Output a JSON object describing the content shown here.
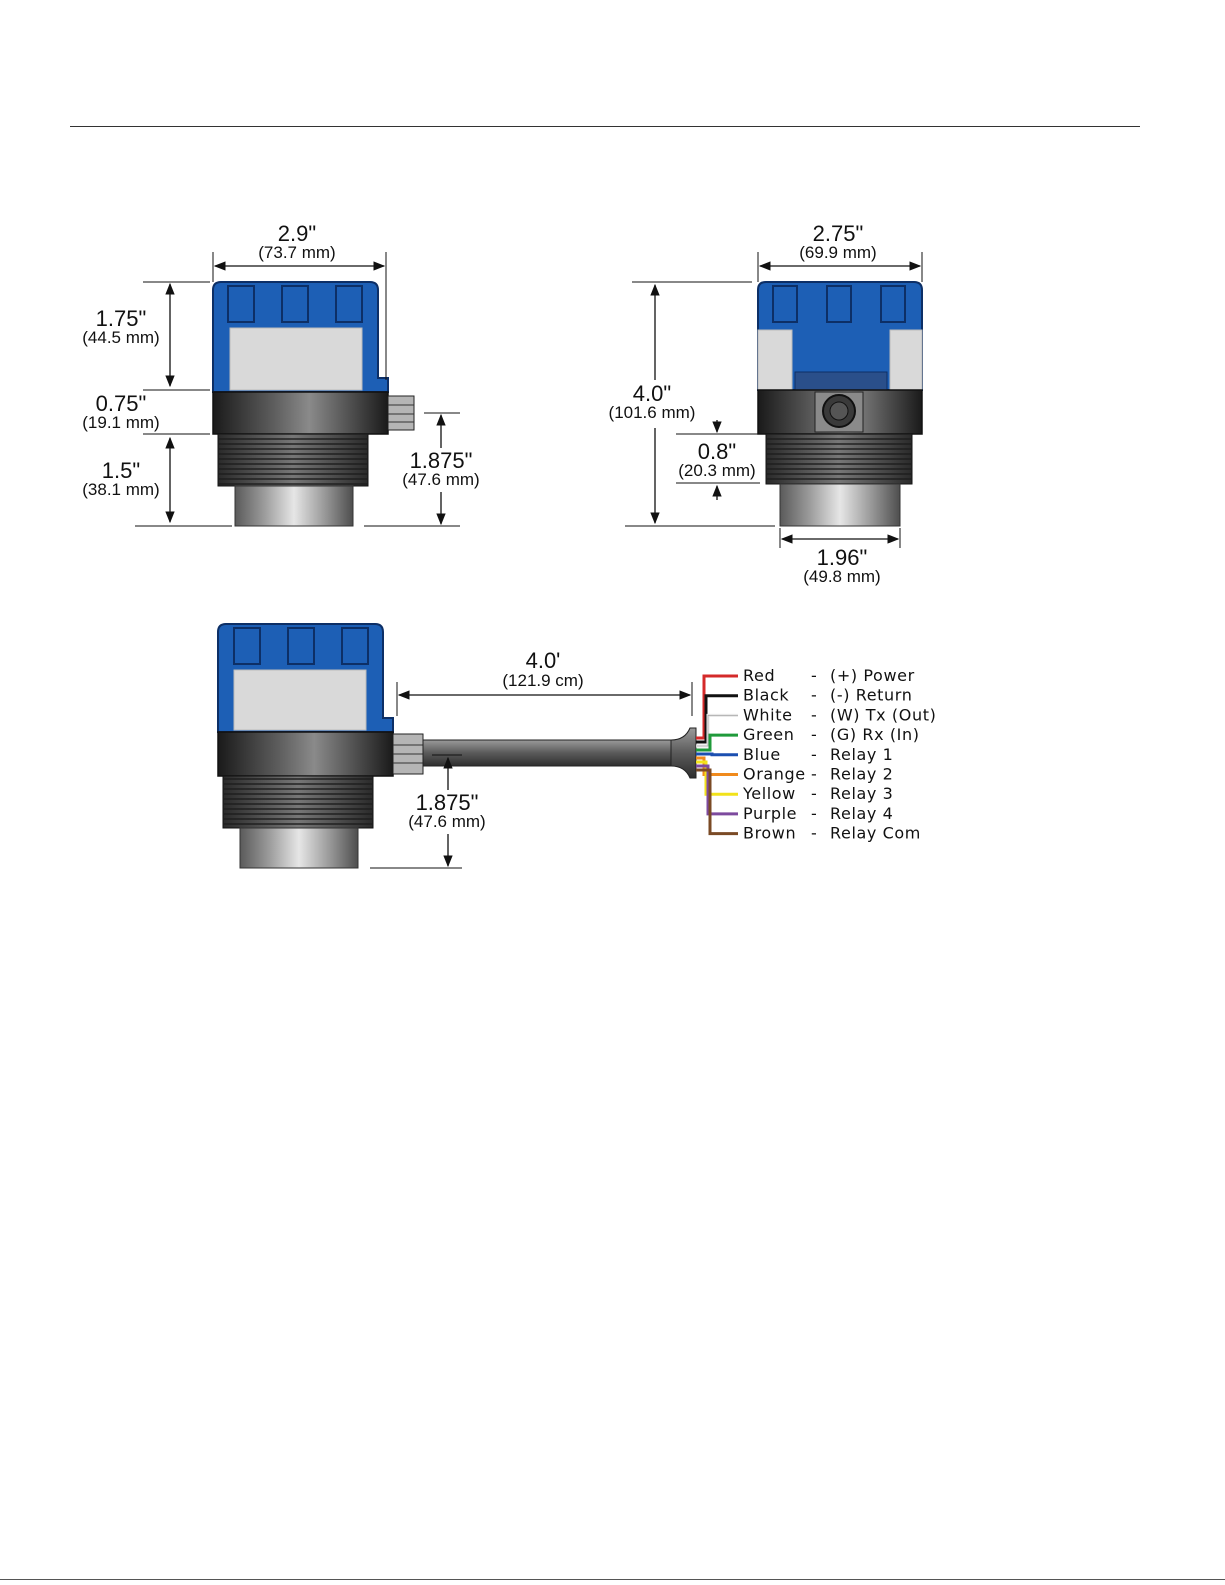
{
  "dimensions": {
    "front": {
      "width": {
        "value": "2.9\"",
        "metric": "(73.7 mm)"
      },
      "cap_height": {
        "value": "1.75\"",
        "metric": "(44.5 mm)"
      },
      "collar_height": {
        "value": "0.75\"",
        "metric": "(19.1 mm)"
      },
      "thread_height": {
        "value": "1.5\"",
        "metric": "(38.1 mm)"
      },
      "fitting_height": {
        "value": "1.875\"",
        "metric": "(47.6 mm)"
      }
    },
    "side": {
      "width": {
        "value": "2.75\"",
        "metric": "(69.9 mm)"
      },
      "total_height": {
        "value": "4.0\"",
        "metric": "(101.6 mm)"
      },
      "collar_offset": {
        "value": "0.8\"",
        "metric": "(20.3 mm)"
      },
      "sensor_diameter": {
        "value": "1.96\"",
        "metric": "(49.8 mm)"
      }
    },
    "cable": {
      "length": {
        "value": "4.0'",
        "metric": "(121.9 cm)"
      },
      "fitting_height": {
        "value": "1.875\"",
        "metric": "(47.6 mm)"
      }
    }
  },
  "wires": [
    {
      "color": "Red",
      "sep": "-",
      "function": "(+) Power",
      "hex": "#d42a2a"
    },
    {
      "color": "Black",
      "sep": "-",
      "function": "(-) Return",
      "hex": "#111111"
    },
    {
      "color": "White",
      "sep": "-",
      "function": "(W) Tx (Out)",
      "hex": "#e8e8e8"
    },
    {
      "color": "Green",
      "sep": "-",
      "function": "(G) Rx (In)",
      "hex": "#1f9a3a"
    },
    {
      "color": "Blue",
      "sep": "-",
      "function": "Relay 1",
      "hex": "#1b4fb0"
    },
    {
      "color": "Orange",
      "sep": "-",
      "function": "Relay 2",
      "hex": "#f08a1c"
    },
    {
      "color": "Yellow",
      "sep": "-",
      "function": "Relay 3",
      "hex": "#f2e21a"
    },
    {
      "color": "Purple",
      "sep": "-",
      "function": "Relay 4",
      "hex": "#7d4a9e"
    },
    {
      "color": "Brown",
      "sep": "-",
      "function": "Relay Com",
      "hex": "#7a4a25"
    }
  ],
  "colors": {
    "housing_blue": "#1d5fb5",
    "housing_dark": "#0d2f66",
    "label_grey": "#d9d9d9",
    "collar": "#4a4a4a",
    "cable": "#6a6a6a"
  }
}
